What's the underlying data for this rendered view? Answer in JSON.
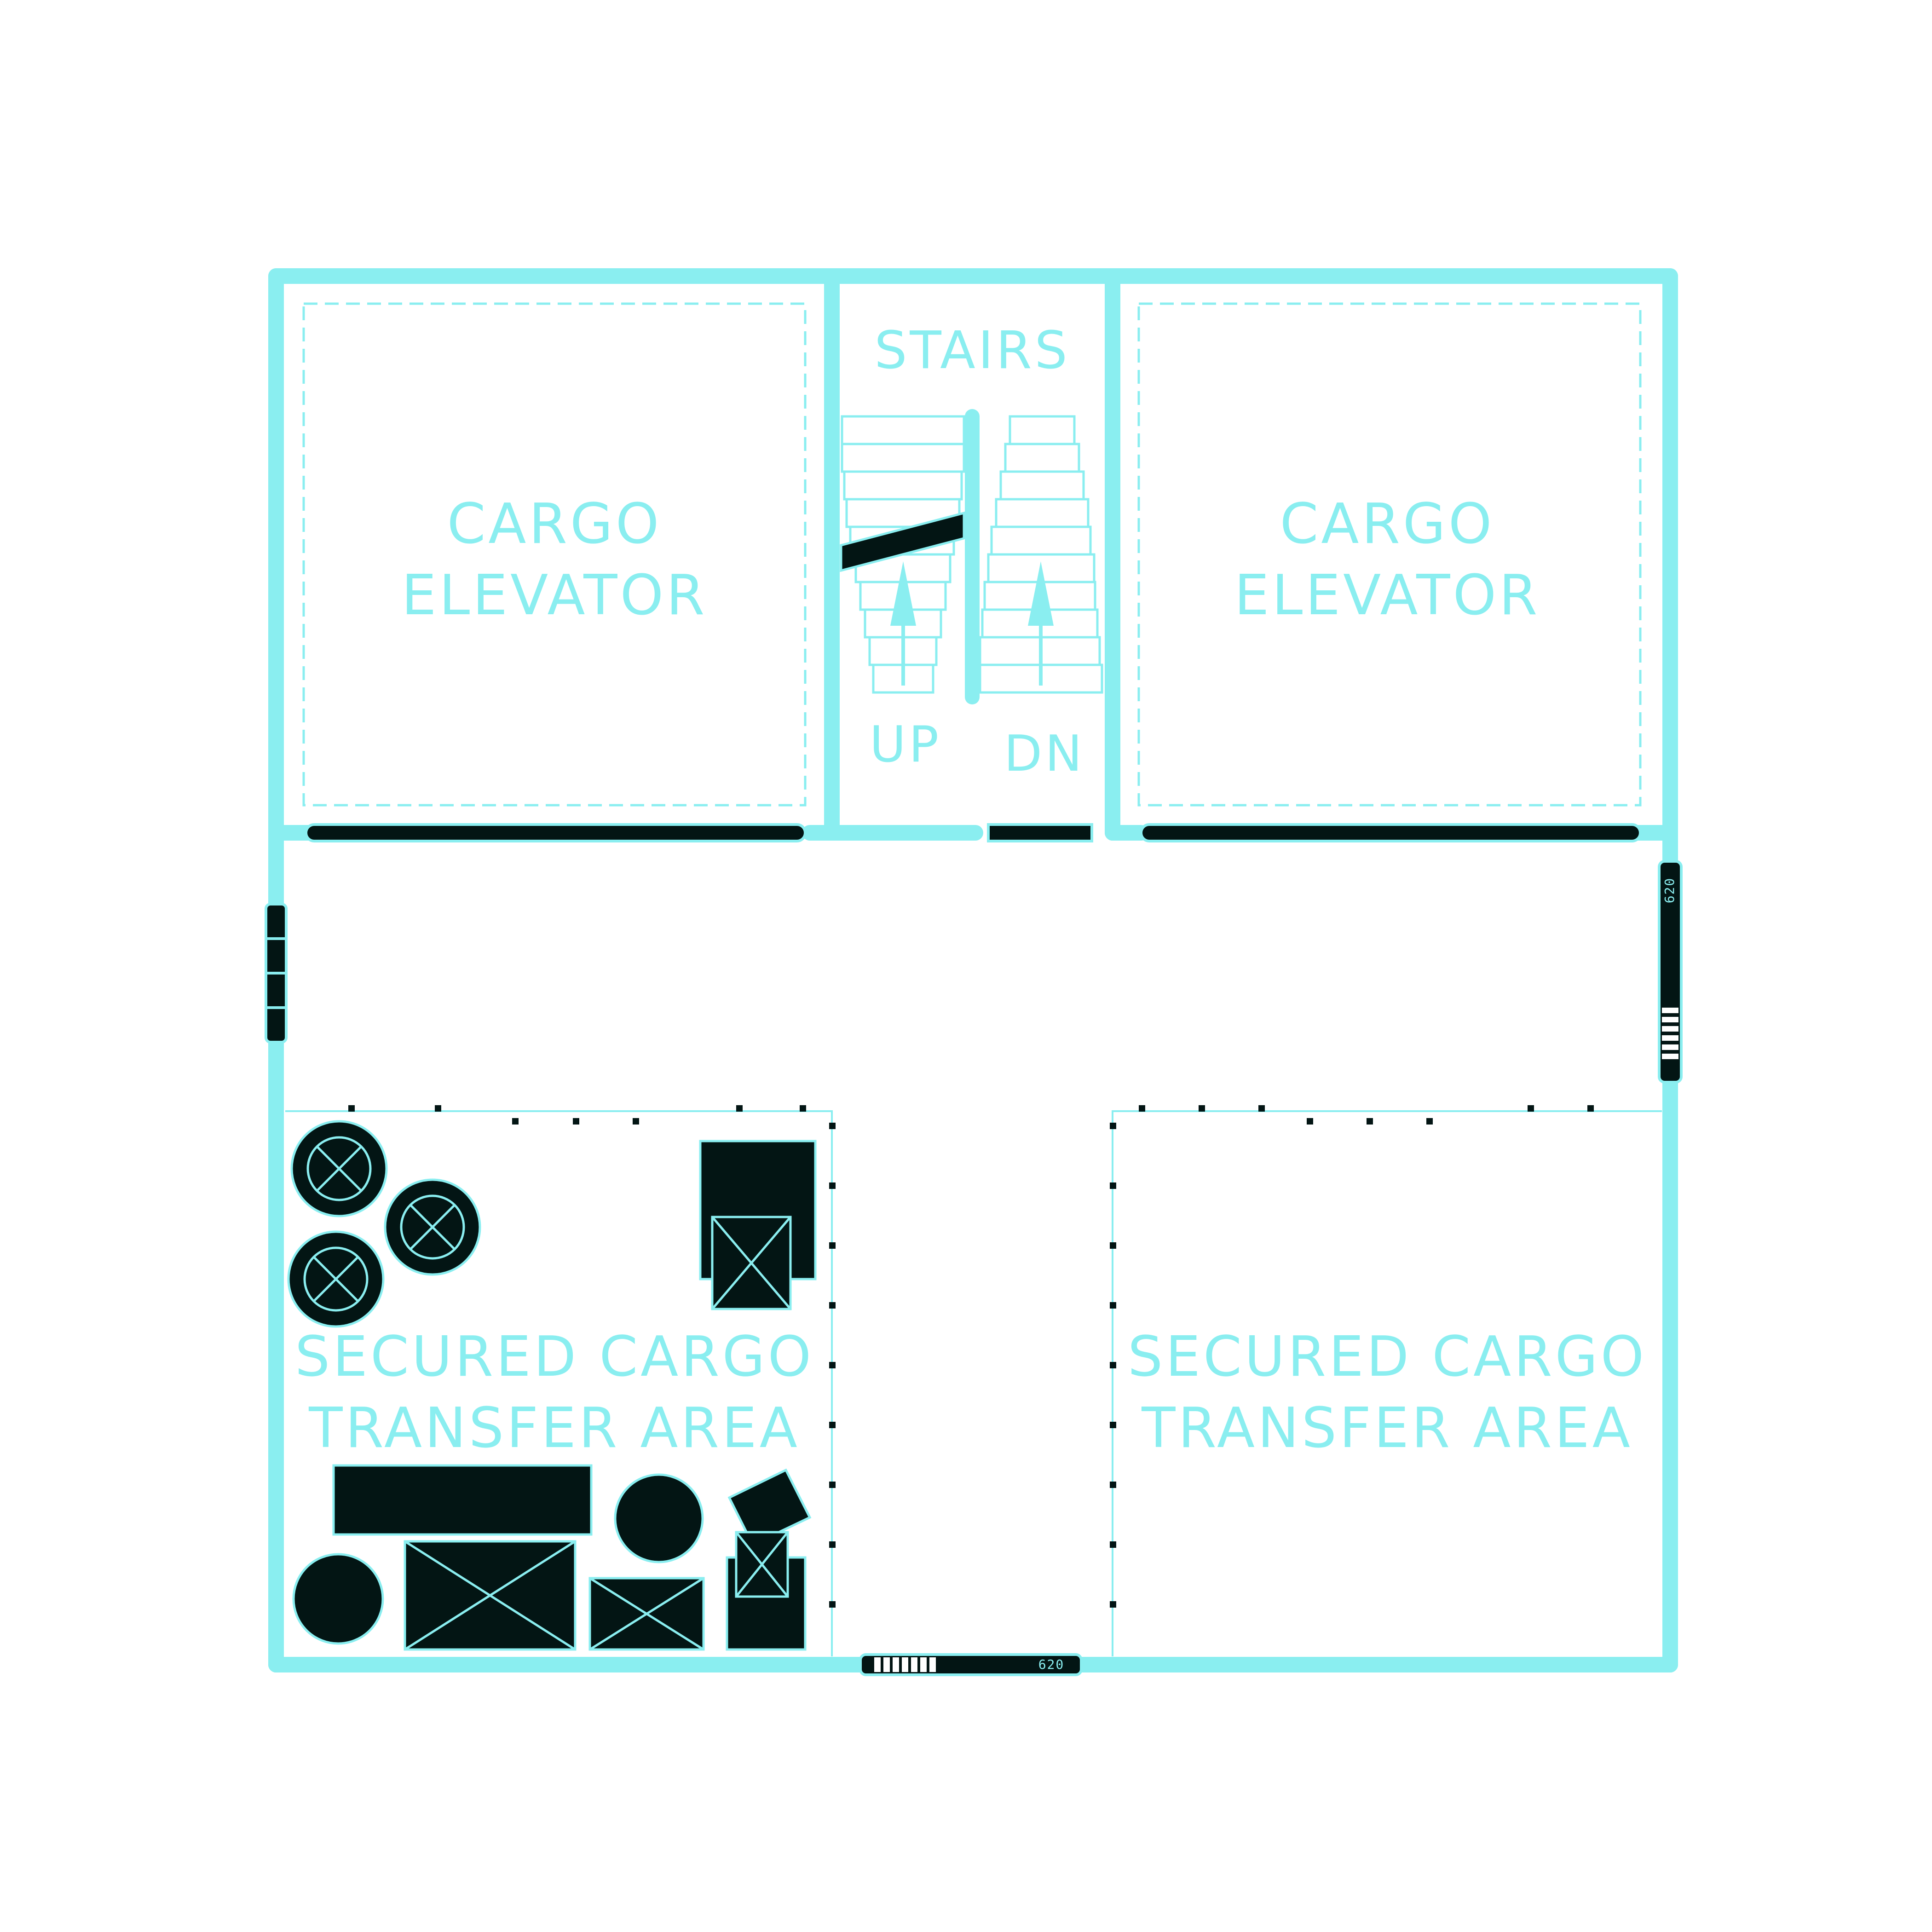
{
  "colors": {
    "wall": "#8aeef0",
    "solid": "#031514",
    "background": "#ffffff"
  },
  "rooms": {
    "elevator_left": {
      "line1": "CARGO",
      "line2": "ELEVATOR"
    },
    "elevator_right": {
      "line1": "CARGO",
      "line2": "ELEVATOR"
    },
    "stairs": {
      "title": "STAIRS",
      "up": "UP",
      "down": "DN"
    },
    "cargo_left": {
      "line1": "SECURED CARGO",
      "line2": "TRANSFER AREA"
    },
    "cargo_right": {
      "line1": "SECURED CARGO",
      "line2": "TRANSFER AREA"
    }
  },
  "doors": {
    "east_tag": "620",
    "south_tag": "620"
  }
}
